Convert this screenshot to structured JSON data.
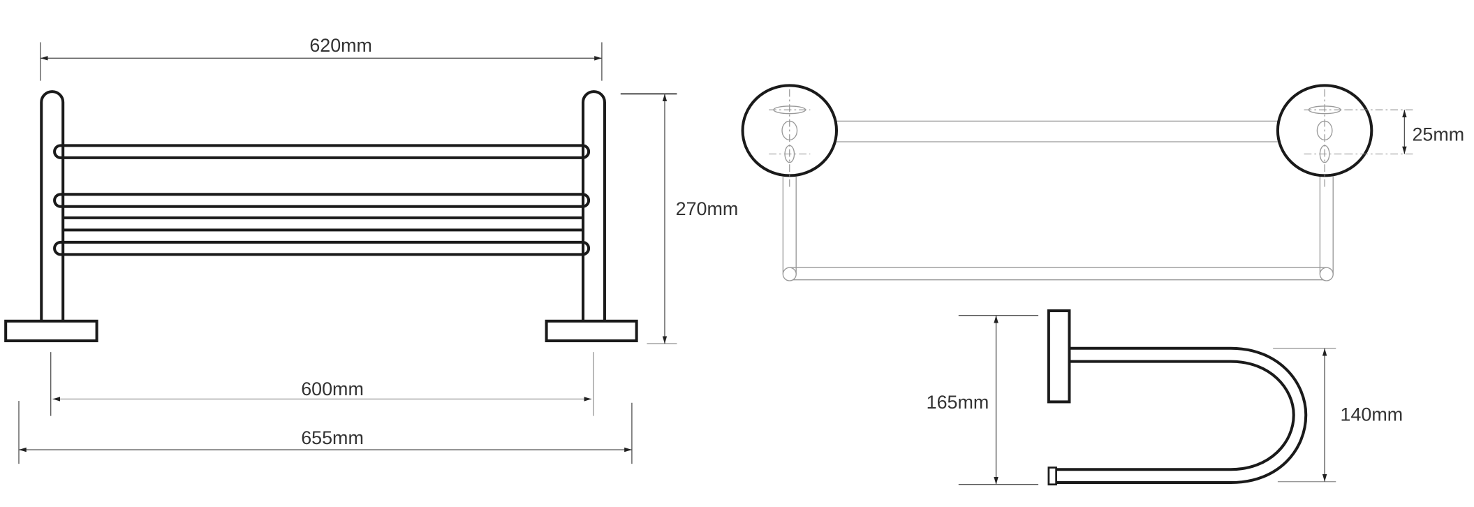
{
  "drawing": {
    "front_view": {
      "overall_width_label": "620mm",
      "height_label": "270mm",
      "inner_width_label": "600mm",
      "base_width_label": "655mm"
    },
    "top_view": {
      "hole_spacing_label": "25mm"
    },
    "side_view": {
      "wall_depth_label": "165mm",
      "loop_height_label": "140mm"
    },
    "colors": {
      "outline": "#1a1a1a",
      "dimension": "#555555"
    }
  }
}
